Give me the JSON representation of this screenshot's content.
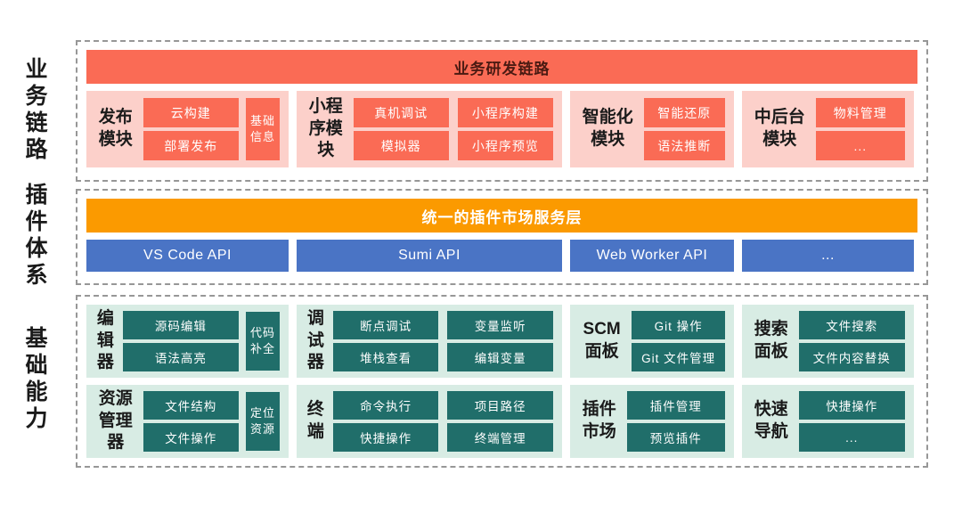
{
  "side_labels": {
    "business": "业务链路",
    "plugin": "插件体系",
    "basic": "基础能力"
  },
  "business": {
    "banner": "业务研发链路",
    "groups": [
      {
        "label": "发布模块",
        "items": [
          "云构建",
          "部署发布"
        ],
        "tall": "基础信息"
      },
      {
        "label": "小程序模块",
        "items": [
          "真机调试",
          "小程序构建",
          "模拟器",
          "小程序预览"
        ]
      },
      {
        "label": "智能化模块",
        "items": [
          "智能还原",
          "语法推断"
        ]
      },
      {
        "label": "中后台模块",
        "items": [
          "物料管理",
          "..."
        ]
      }
    ]
  },
  "plugin": {
    "banner": "统一的插件市场服务层",
    "apis": [
      "VS Code API",
      "Sumi API",
      "Web Worker API",
      "..."
    ]
  },
  "basic": {
    "rows": [
      [
        {
          "label": "编辑器",
          "items": [
            "源码编辑",
            "语法高亮"
          ],
          "tall": "代码补全"
        },
        {
          "label": "调试器",
          "items": [
            "断点调试",
            "变量监听",
            "堆栈查看",
            "编辑变量"
          ]
        },
        {
          "label": "SCM面板",
          "items": [
            "Git 操作",
            "Git 文件管理"
          ]
        },
        {
          "label": "搜索面板",
          "items": [
            "文件搜索",
            "文件内容替换"
          ]
        }
      ],
      [
        {
          "label": "资源管理器",
          "items": [
            "文件结构",
            "文件操作"
          ],
          "tall": "定位资源"
        },
        {
          "label": "终端",
          "items": [
            "命令执行",
            "项目路径",
            "快捷操作",
            "终端管理"
          ]
        },
        {
          "label": "插件市场",
          "items": [
            "插件管理",
            "预览插件"
          ]
        },
        {
          "label": "快速导航",
          "items": [
            "快捷操作",
            "..."
          ]
        }
      ]
    ]
  },
  "colors": {
    "coral_red": "#fa6b55",
    "light_pink": "#fcd0ca",
    "orange": "#fb9a00",
    "blue": "#4a74c5",
    "dark_teal": "#206e6a",
    "light_mint": "#d8ece4",
    "dashed_border": "#979797"
  }
}
